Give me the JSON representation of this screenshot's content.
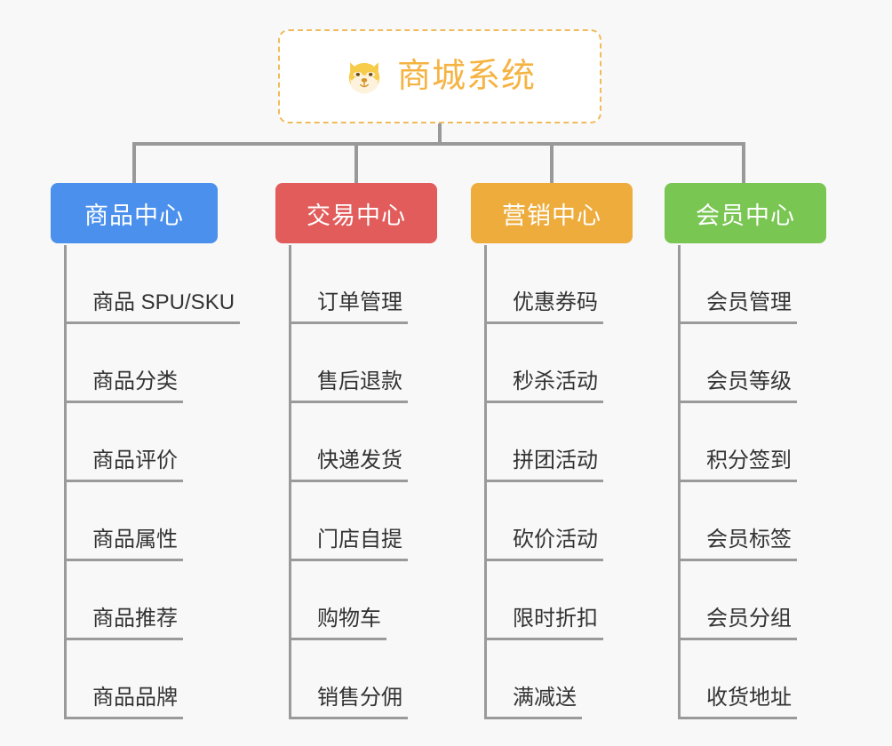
{
  "page": {
    "background_color": "#f8f8f8",
    "connector_color": "#999999"
  },
  "root": {
    "title": "商城系统",
    "icon": "shiba-dog-icon",
    "text_color": "#f5b342",
    "border_color": "#f0bb5a",
    "background_color": "#ffffff"
  },
  "branches": [
    {
      "label": "商品中心",
      "color": "#4a90ec",
      "items": [
        "商品 SPU/SKU",
        "商品分类",
        "商品评价",
        "商品属性",
        "商品推荐",
        "商品品牌"
      ]
    },
    {
      "label": "交易中心",
      "color": "#e25c5c",
      "items": [
        "订单管理",
        "售后退款",
        "快递发货",
        "门店自提",
        "购物车",
        "销售分佣"
      ]
    },
    {
      "label": "营销中心",
      "color": "#eeac3d",
      "items": [
        "优惠券码",
        "秒杀活动",
        "拼团活动",
        "砍价活动",
        "限时折扣",
        "满减送"
      ]
    },
    {
      "label": "会员中心",
      "color": "#79c653",
      "items": [
        "会员管理",
        "会员等级",
        "积分签到",
        "会员标签",
        "会员分组",
        "收货地址"
      ]
    }
  ]
}
